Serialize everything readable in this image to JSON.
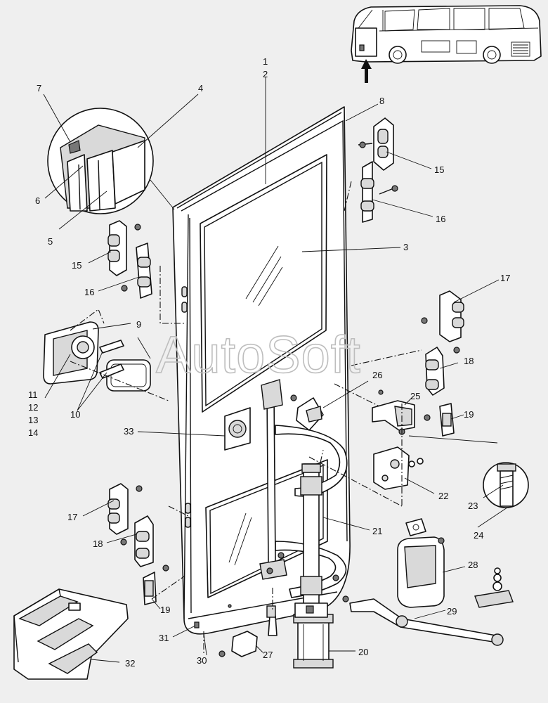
{
  "watermark": "AutoSoft",
  "callouts": [
    {
      "id": "c1",
      "label": "1"
    },
    {
      "id": "c2",
      "label": "2"
    },
    {
      "id": "c3",
      "label": "3"
    },
    {
      "id": "c4",
      "label": "4"
    },
    {
      "id": "c5",
      "label": "5"
    },
    {
      "id": "c6",
      "label": "6"
    },
    {
      "id": "c7",
      "label": "7"
    },
    {
      "id": "c8",
      "label": "8"
    },
    {
      "id": "c9",
      "label": "9"
    },
    {
      "id": "c10",
      "label": "10"
    },
    {
      "id": "c11",
      "label": "11"
    },
    {
      "id": "c12",
      "label": "12"
    },
    {
      "id": "c13",
      "label": "13"
    },
    {
      "id": "c14",
      "label": "14"
    },
    {
      "id": "c15a",
      "label": "15"
    },
    {
      "id": "c15b",
      "label": "15"
    },
    {
      "id": "c16a",
      "label": "16"
    },
    {
      "id": "c16b",
      "label": "16"
    },
    {
      "id": "c17a",
      "label": "17"
    },
    {
      "id": "c17b",
      "label": "17"
    },
    {
      "id": "c18a",
      "label": "18"
    },
    {
      "id": "c18b",
      "label": "18"
    },
    {
      "id": "c19a",
      "label": "19"
    },
    {
      "id": "c19b",
      "label": "19"
    },
    {
      "id": "c20",
      "label": "20"
    },
    {
      "id": "c21",
      "label": "21"
    },
    {
      "id": "c22",
      "label": "22"
    },
    {
      "id": "c23",
      "label": "23"
    },
    {
      "id": "c24",
      "label": "24"
    },
    {
      "id": "c25",
      "label": "25"
    },
    {
      "id": "c26",
      "label": "26"
    },
    {
      "id": "c27",
      "label": "27"
    },
    {
      "id": "c28",
      "label": "28"
    },
    {
      "id": "c29",
      "label": "29"
    },
    {
      "id": "c30",
      "label": "30"
    },
    {
      "id": "c31",
      "label": "31"
    },
    {
      "id": "c32",
      "label": "32"
    },
    {
      "id": "c33",
      "label": "33"
    }
  ]
}
